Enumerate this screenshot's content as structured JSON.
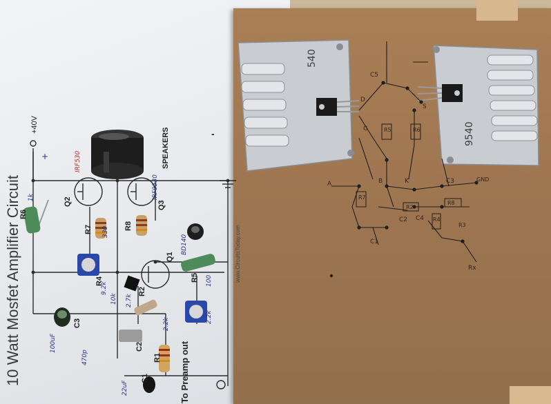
{
  "photo": {
    "printed_schematic": {
      "title": "10 Watt Mosfet Amplifier Circuit",
      "supply": "+40V",
      "speakers": "SPEAKERS",
      "to_preamp": "To Preamp out",
      "website": "www.CircuitsToday.com",
      "labels": [
        "R6",
        "Q2",
        "Q3",
        "R7",
        "R8",
        "R4",
        "R5",
        "Q1",
        "R2",
        "R1",
        "C1",
        "C2",
        "C3"
      ],
      "gnd_sign": "-"
    },
    "handwritten_notes": [
      "IRF530",
      "IRF9530",
      "BD140",
      "330",
      "1k",
      "9.2k",
      "2.7k",
      "470p",
      "100uF",
      "22uF",
      "100",
      "2.2k",
      "2.2k",
      "10k",
      "+"
    ],
    "heatsinks": [
      {
        "label": "540"
      },
      {
        "label": "9540"
      }
    ],
    "board_sketch_labels": [
      "R5",
      "R6",
      "R7",
      "R3",
      "R4",
      "R2",
      "R8",
      "C5",
      "C4",
      "C3",
      "C2",
      "C1",
      "Rx",
      "D",
      "G",
      "S",
      "A",
      "B",
      "K",
      "GND"
    ],
    "colors": {
      "paper": "#eceef1",
      "cardboard": "#a27a53",
      "heatsink": "#c9ccd0",
      "trace_ink": "#1e1e1e",
      "pen_ink": "#2b2f8a"
    }
  }
}
